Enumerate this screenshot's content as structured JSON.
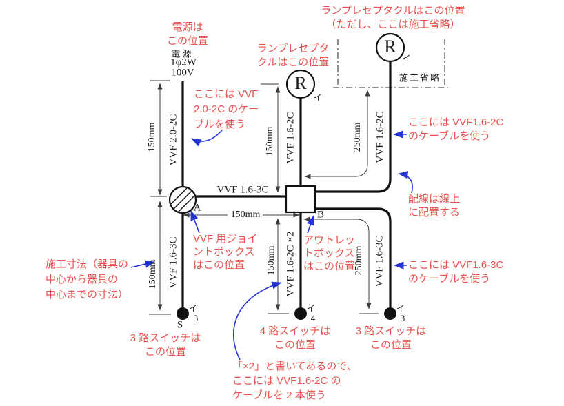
{
  "colors": {
    "red": "#e8514e",
    "blue": "#2433d6",
    "ink": "#1c1c1c"
  },
  "power": {
    "note_line1": "電源は",
    "note_line2": "この位置",
    "label": "電 源",
    "system": "1φ2W",
    "voltage": "100V"
  },
  "notes": {
    "cable20": {
      "l1": "ここには VVF",
      "l2": "2.0-2C のケー",
      "l3": "ブルを使う"
    },
    "lamp_mid": {
      "l1": "ランプレセプタ",
      "l2": "クルはこの位置"
    },
    "lamp_top": {
      "l1": "ランプレセプタクルはこの位置",
      "l2": "（ただし、ここは施工省略）"
    },
    "cable16_2c": {
      "l1": "ここには VVF1.6-2C",
      "l2": "のケーブルを使う"
    },
    "on_line": {
      "l1": "配線は線上",
      "l2": "に配置する"
    },
    "joint_box": {
      "l1": "VVF 用ジョイ",
      "l2": "ントボックス",
      "l3": "はこの位置"
    },
    "outlet_box": {
      "l1": "アウトレッ",
      "l2": "トボックス",
      "l3": "はこの位置"
    },
    "cable16_3c": {
      "l1": "ここには VVF1.6-3C",
      "l2": "のケーブルを使う"
    },
    "dim_note": {
      "l1": "施工寸法（器具の",
      "l2": "中心から器具の",
      "l3": "中心までの寸法）"
    },
    "sw3_left": {
      "l1": "3 路スイッチは",
      "l2": "この位置"
    },
    "sw4": {
      "l1": "4 路スイッチは",
      "l2": "この位置"
    },
    "sw3_right": {
      "l1": "3 路スイッチは",
      "l2": "この位置"
    },
    "x2": {
      "l1": "「×2」と書いてあるので、",
      "l2": "ここには VVF1.6-2C の",
      "l3": "ケーブルを 2 本使う"
    }
  },
  "cables": {
    "v_left_top": "VVF 2.0-2C",
    "v_mid_top": "VVF 1.6-2C",
    "v_right_top": "VVF 1.6-2C",
    "h_center": "VVF 1.6-3C",
    "v_left_bottom": "VVF 1.6-3C",
    "v_mid_bottom": "VVF 1.6-2C ×2",
    "v_right_bottom": "VVF 1.6-3C"
  },
  "dims": {
    "left_top": "150mm",
    "left_bottom": "150mm",
    "mid_top": "150mm",
    "mid_bottom": "150mm",
    "h_center": "150mm",
    "right_top": "250mm",
    "right_bottom": "250mm"
  },
  "devices": {
    "lamp_letter": "R",
    "iro": "イ",
    "sw_s": "S",
    "sw3": "3",
    "sw4": "4",
    "joint_a": "A",
    "outlet_b": "B",
    "omitted": "施工省略"
  }
}
